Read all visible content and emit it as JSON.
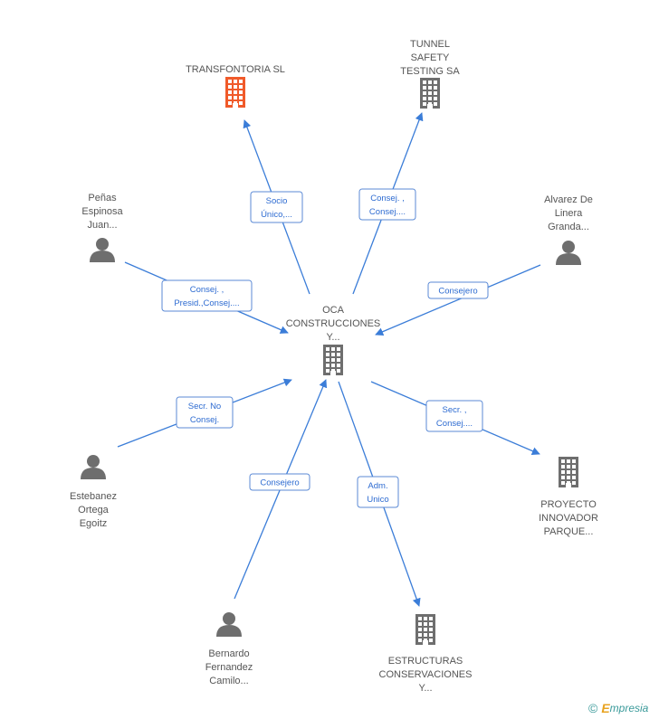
{
  "colors": {
    "company": "#6e6e6e",
    "company_highlight": "#f05a2a",
    "person": "#6e6e6e",
    "edge": "#3b7dd8",
    "edge_label": "#2d6bd1"
  },
  "nodes": [
    {
      "id": "center",
      "type": "company",
      "icon": "building-icon",
      "highlight": false,
      "label": [
        "OCA",
        "CONSTRUCCIONES",
        "Y..."
      ]
    },
    {
      "id": "transfontoria",
      "type": "company",
      "icon": "building-icon",
      "highlight": true,
      "label": [
        "TRANSFONTORIA SL"
      ]
    },
    {
      "id": "tunnel",
      "type": "company",
      "icon": "building-icon",
      "highlight": false,
      "label": [
        "TUNNEL",
        "SAFETY",
        "TESTING SA"
      ]
    },
    {
      "id": "penas",
      "type": "person",
      "icon": "person-icon",
      "label": [
        "Peñas",
        "Espinosa",
        "Juan..."
      ]
    },
    {
      "id": "alvarez",
      "type": "person",
      "icon": "person-icon",
      "label": [
        "Alvarez De",
        "Linera",
        "Granda..."
      ]
    },
    {
      "id": "estebanez",
      "type": "person",
      "icon": "person-icon",
      "label": [
        "Estebanez",
        "Ortega",
        "Egoitz"
      ]
    },
    {
      "id": "proyecto",
      "type": "company",
      "icon": "building-icon",
      "highlight": false,
      "label": [
        "PROYECTO",
        "INNOVADOR",
        "PARQUE..."
      ]
    },
    {
      "id": "bernardo",
      "type": "person",
      "icon": "person-icon",
      "label": [
        "Bernardo",
        "Fernandez",
        "Camilo..."
      ]
    },
    {
      "id": "estructuras",
      "type": "company",
      "icon": "building-icon",
      "highlight": false,
      "label": [
        "ESTRUCTURAS",
        "CONSERVACIONES",
        "Y..."
      ]
    }
  ],
  "edges": [
    {
      "from": "center",
      "to": "transfontoria",
      "label": [
        "Socio",
        "Único,..."
      ]
    },
    {
      "from": "center",
      "to": "tunnel",
      "label": [
        "Consej. ,",
        "Consej...."
      ]
    },
    {
      "from": "penas",
      "to": "center",
      "label": [
        "Consej. ,",
        "Presid.,Consej...."
      ]
    },
    {
      "from": "alvarez",
      "to": "center",
      "label": [
        "Consejero"
      ]
    },
    {
      "from": "estebanez",
      "to": "center",
      "label": [
        "Secr.  No",
        "Consej."
      ]
    },
    {
      "from": "center",
      "to": "proyecto",
      "label": [
        "Secr. ,",
        "Consej...."
      ]
    },
    {
      "from": "bernardo",
      "to": "center",
      "label": [
        "Consejero"
      ]
    },
    {
      "from": "center",
      "to": "estructuras",
      "label": [
        "Adm.",
        "Unico"
      ]
    }
  ],
  "credit": {
    "copyright": "©",
    "brand_first": "E",
    "brand_rest": "mpresia"
  }
}
